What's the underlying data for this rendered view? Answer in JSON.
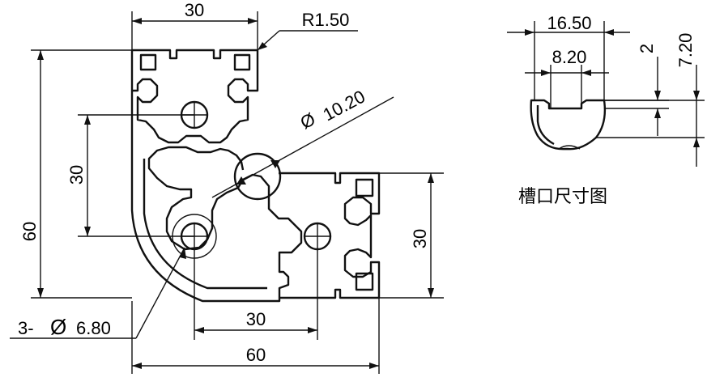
{
  "main_profile": {
    "top_width": "30",
    "corner_radius": "R1.50",
    "overall_height": "60",
    "inner_height": "30",
    "right_height": "30",
    "center_hole": "10.20",
    "hole_spec": "3-",
    "hole_dia": "6.80",
    "bottom_inner": "30",
    "bottom_overall": "60"
  },
  "slot_detail": {
    "opening_width": "16.50",
    "slot_width": "8.20",
    "lip_depth": "2",
    "slot_depth": "7.20",
    "caption": "槽口尺寸图"
  },
  "symbols": {
    "diameter": "Ø"
  }
}
